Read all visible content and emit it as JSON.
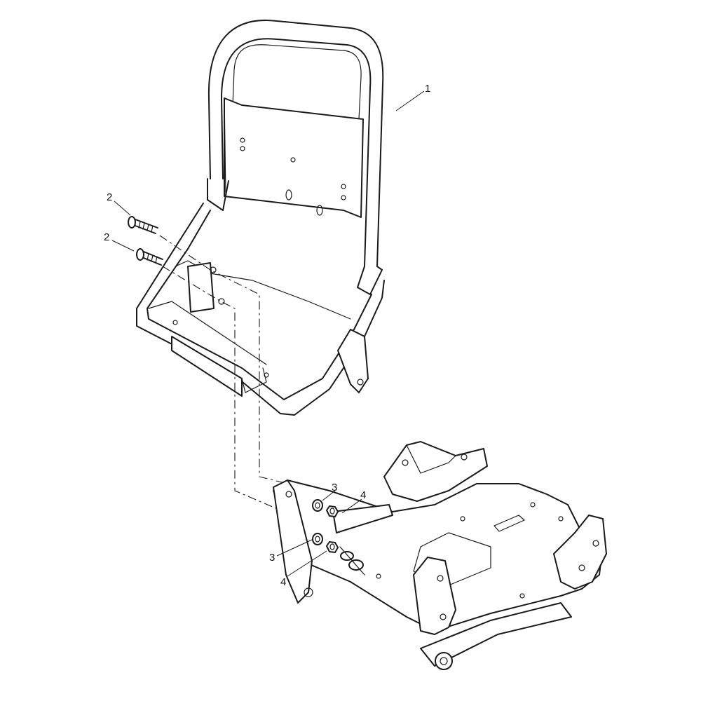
{
  "callouts": {
    "seat_frame": "1",
    "screw_upper": "2",
    "screw_lower": "2",
    "washer_upper": "3",
    "nut_upper": "4",
    "washer_lower": "3",
    "nut_lower": "4"
  }
}
